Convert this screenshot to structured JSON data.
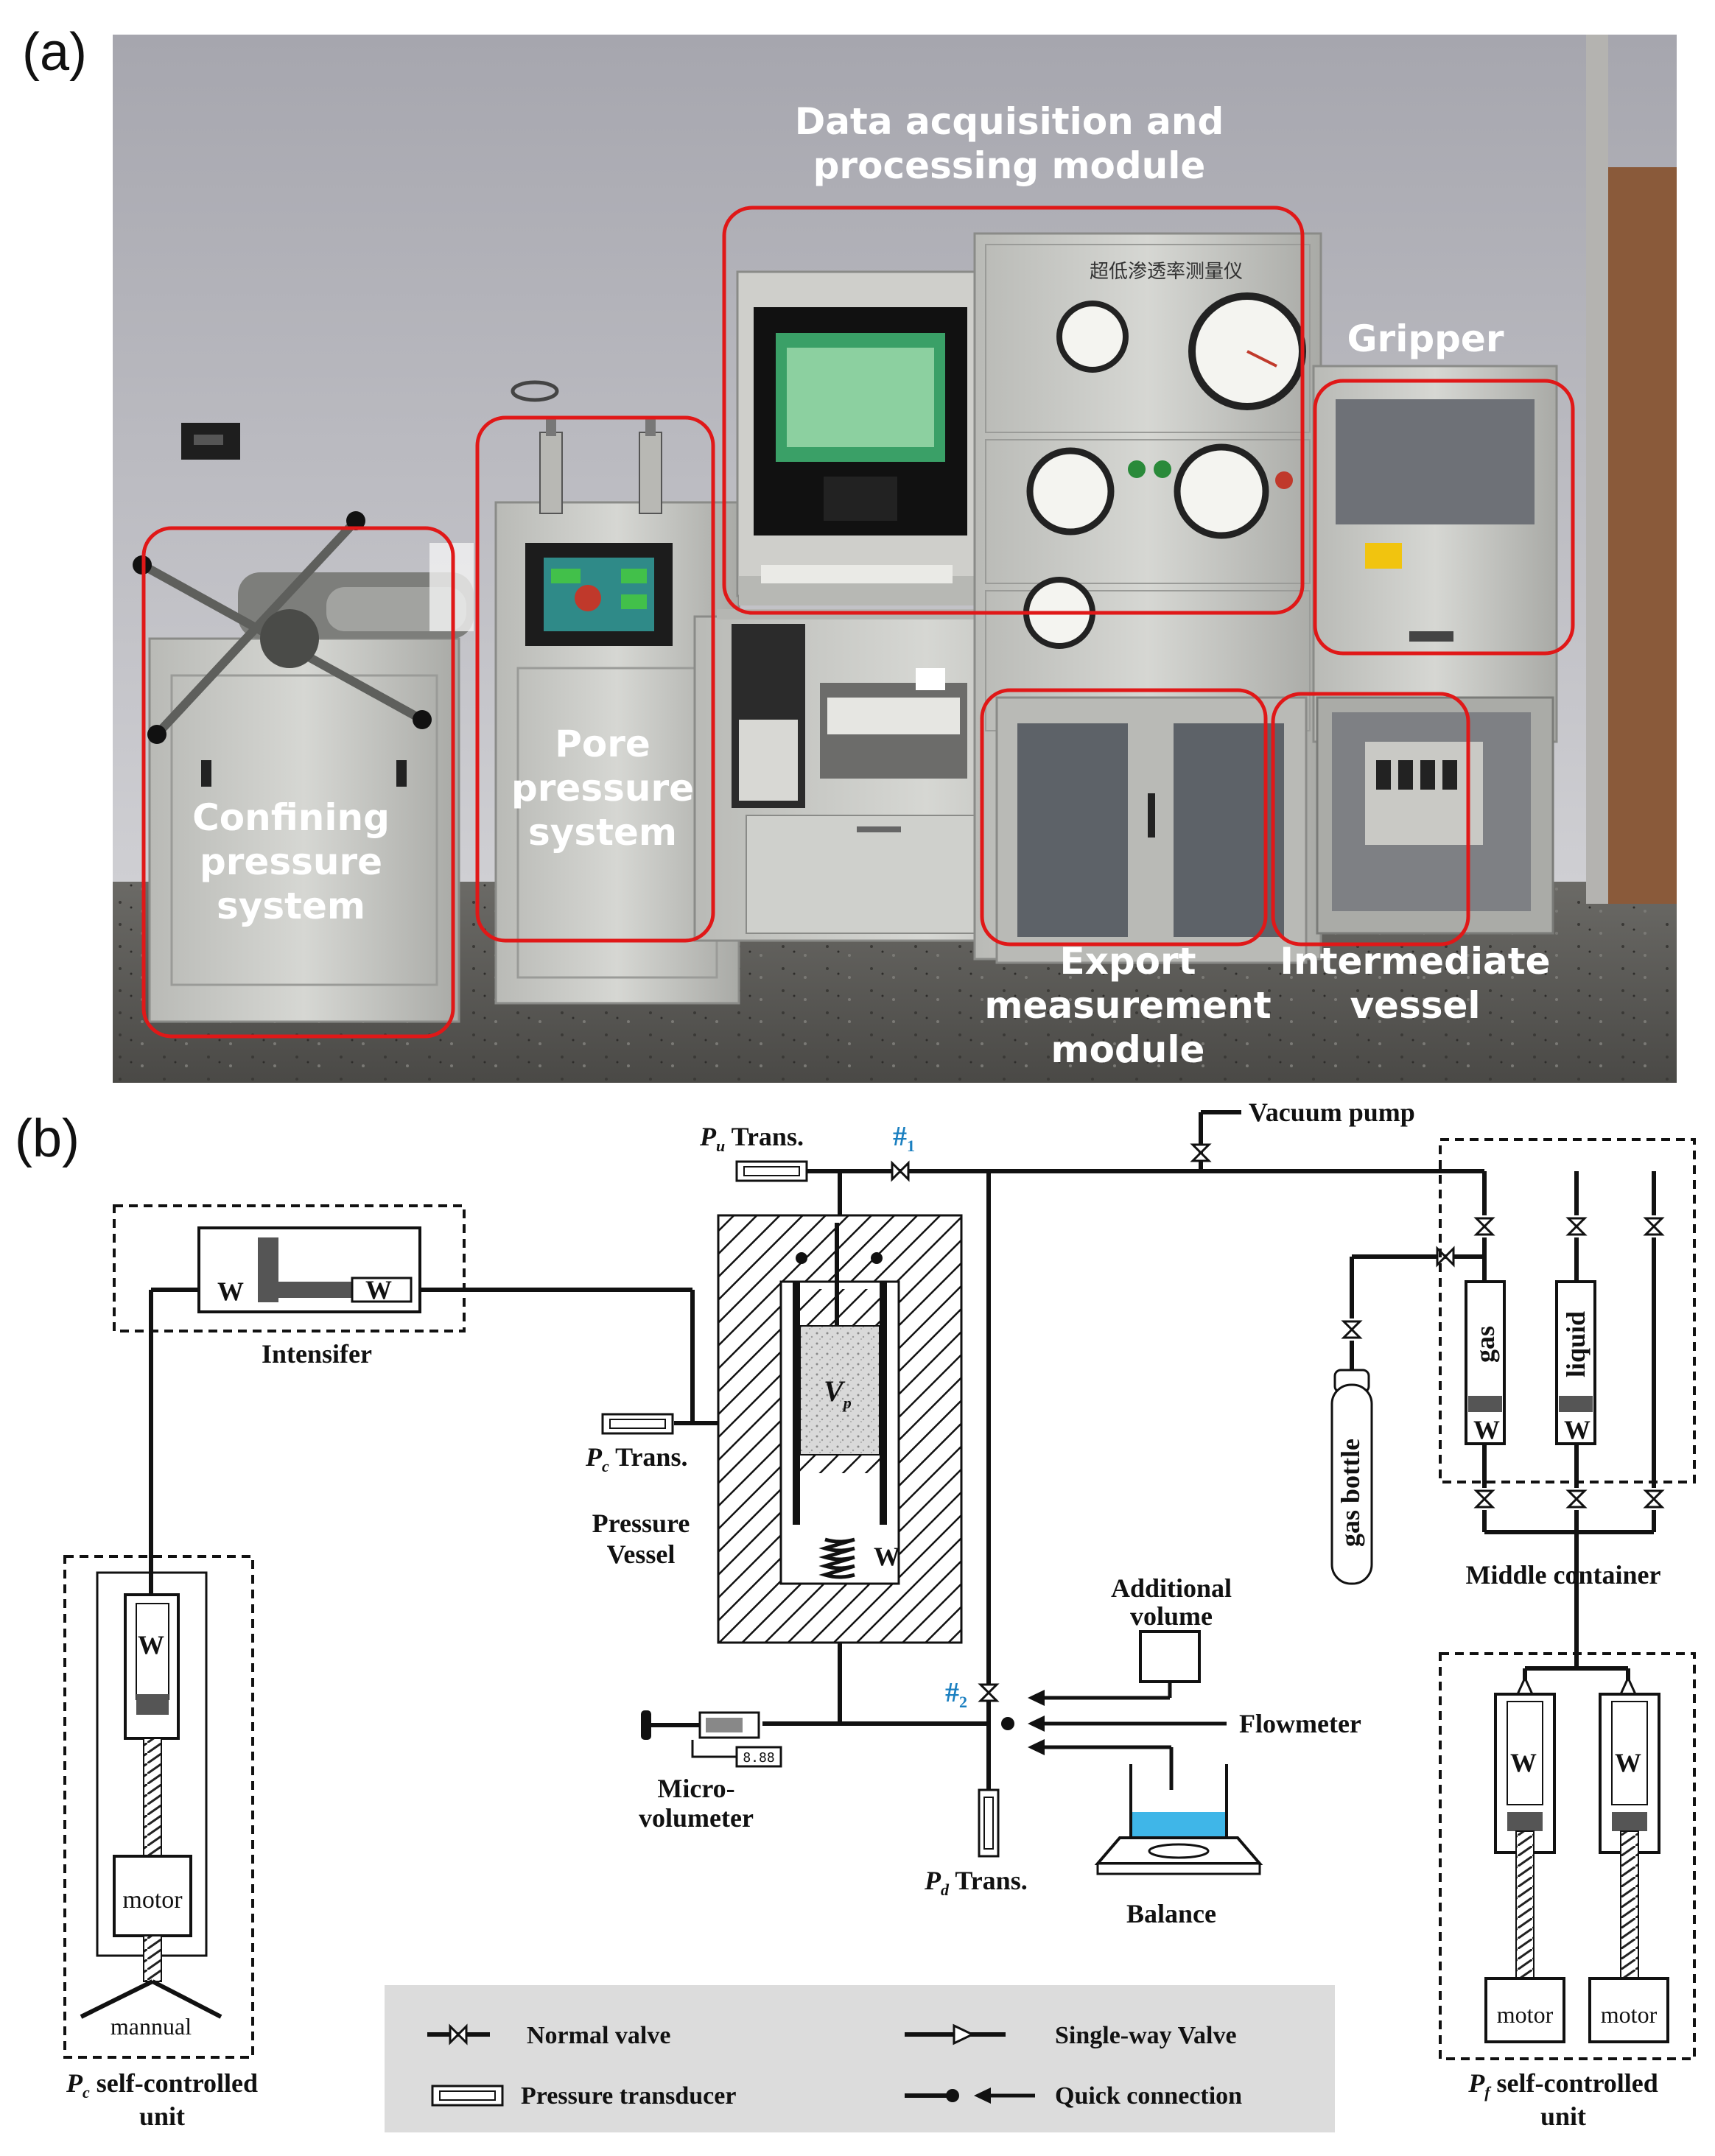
{
  "panel_a": {
    "label": "(a)",
    "chinese_title": "超低渗透率测量仪",
    "labels": {
      "data_acq_line1": "Data acquisition and",
      "data_acq_line2": "processing module",
      "gripper": "Gripper",
      "pore_line1": "Pore",
      "pore_line2": "pressure",
      "pore_line3": "system",
      "conf_line1": "Confining",
      "conf_line2": "pressure",
      "conf_line3": "system",
      "export_line1": "Export",
      "export_line2": "measurement",
      "export_line3": "module",
      "inter_line1": "Intermediate",
      "inter_line2": "vessel"
    },
    "highlight_color": "#e01818"
  },
  "panel_b": {
    "label": "(b)",
    "labels": {
      "pu_trans_sym": "P",
      "pu_trans_sub": "u",
      "pu_trans_txt": " Trans.",
      "valve1_hash": "#",
      "valve1_sub": "1",
      "vacuum_pump": "Vacuum pump",
      "intensifer": "Intensifer",
      "w": "W",
      "pc_trans_sym": "P",
      "pc_trans_sub": "c",
      "pc_trans_txt": " Trans.",
      "vp_sym": "V",
      "vp_sub": "p",
      "pressure_line1": "Pressure",
      "pressure_line2": "Vessel",
      "gas_bottle": "gas bottle",
      "gas": "gas",
      "liquid": "liquid",
      "middle_container": "Middle container",
      "additional_line1": "Additional",
      "additional_line2": "volume",
      "flowmeter": "Flowmeter",
      "valve2_hash": "#",
      "valve2_sub": "2",
      "micro_line1": "Micro-",
      "micro_line2": "volumeter",
      "pd_trans_sym": "P",
      "pd_trans_sub": "d",
      "pd_trans_txt": " Trans.",
      "balance": "Balance",
      "motor": "motor",
      "mannual": "mannual",
      "pc_unit_sym": "P",
      "pc_unit_sub": "c",
      "pc_unit_txt": " self-controlled",
      "pc_unit_line2": "unit",
      "pf_unit_sym": "P",
      "pf_unit_sub": "f",
      "pf_unit_txt": " self-controlled",
      "pf_unit_line2": "unit",
      "display_digits": "8.88"
    },
    "legend": {
      "normal_valve": "Normal valve",
      "single_way_valve": "Single-way Valve",
      "pressure_transducer": "Pressure transducer",
      "quick_connection": "Quick connection"
    },
    "accent_color": "#1a7fc0",
    "water_color": "#3fb6e8"
  }
}
